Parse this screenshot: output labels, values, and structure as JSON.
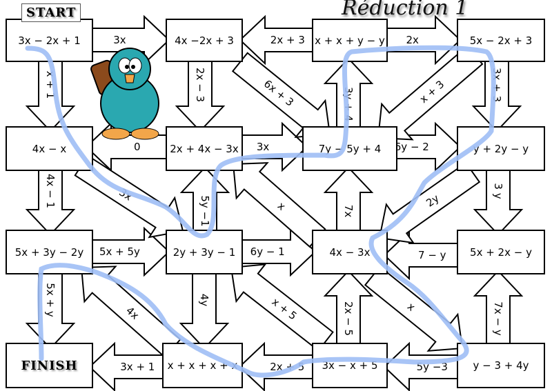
{
  "title": "Réduction 1",
  "start_label": "START",
  "finish_label": "FINISH",
  "path_color": "#9fbef5",
  "boxes": [
    "3x − 2x + 1",
    "4x −2x + 3",
    "x + x + y − y",
    "5x − 2x + 3",
    "4x  − x",
    "2x + 4x − 3x",
    "7y − 5y + 4",
    "y + 2y − y",
    "5x + 3y − 2y",
    "2y + 3y − 1",
    "4x − 3x",
    "5x + 2x − y",
    "x + x + x + x",
    "3x − x + 5",
    "y − 3 + 4y"
  ],
  "arrows": [
    "3x",
    "2x + 3",
    "2x",
    "0",
    "3x",
    "6y − 2",
    "5x  + 5y",
    "6y − 1",
    "7 − y",
    "3x + 1",
    "2x + 5",
    "5y −3",
    "x + 1",
    "4x − 1",
    "5x + y",
    "2x − 3",
    "5y −1",
    "4y",
    "3y + 4",
    "7x",
    "2x − 5",
    "3x + 3",
    "3 y",
    "7x − y",
    "6x + 3",
    "x + 3",
    "3x",
    "x",
    "2y",
    "4x",
    "x + 5",
    "x"
  ]
}
